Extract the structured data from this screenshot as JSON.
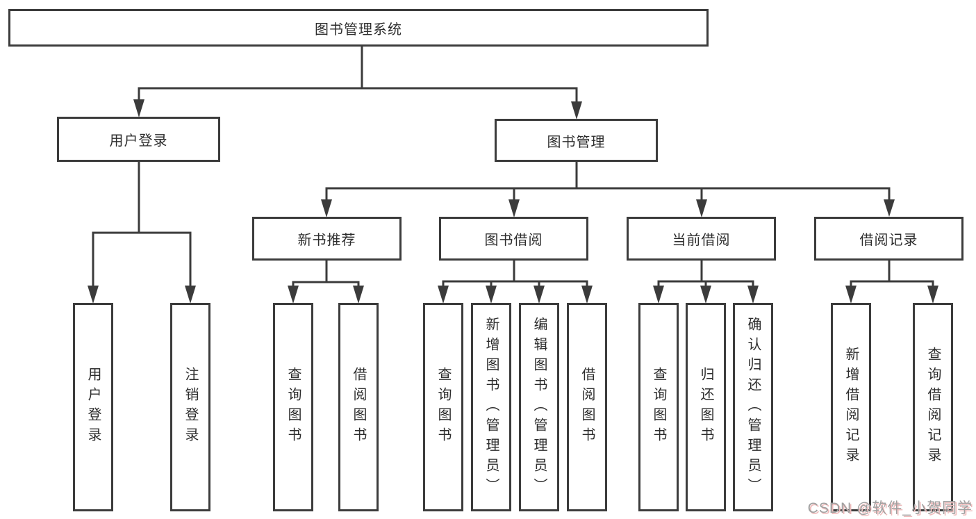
{
  "diagram": {
    "title": "图书管理系统",
    "root": {
      "label": "图书管理系统"
    },
    "branches": [
      {
        "id": "user-login",
        "label": "用户登录",
        "children": [
          "用户登录",
          "注销登录"
        ]
      },
      {
        "id": "book-management",
        "label": "图书管理",
        "sections": [
          {
            "label": "新书推荐",
            "children": [
              "查询图书",
              "借阅图书"
            ]
          },
          {
            "label": "图书借阅",
            "children": [
              "查询图书",
              "新增图书（管理员）",
              "编辑图书（管理员）",
              "借阅图书"
            ]
          },
          {
            "label": "当前借阅",
            "children": [
              "查询图书",
              "归还图书",
              "确认归还（管理员）"
            ]
          },
          {
            "label": "借阅记录",
            "children": [
              "新增借阅记录",
              "查询借阅记录"
            ]
          }
        ]
      }
    ],
    "watermark": "CSDN @软件_小贺同学",
    "colors": {
      "line": "#3b3b3b",
      "box_border": "#3c3c3c",
      "text": "#2d2d2d",
      "background": "#ffffff",
      "watermark_text": "#a0a0a0",
      "watermark_shadow": "#eebcbc"
    }
  }
}
